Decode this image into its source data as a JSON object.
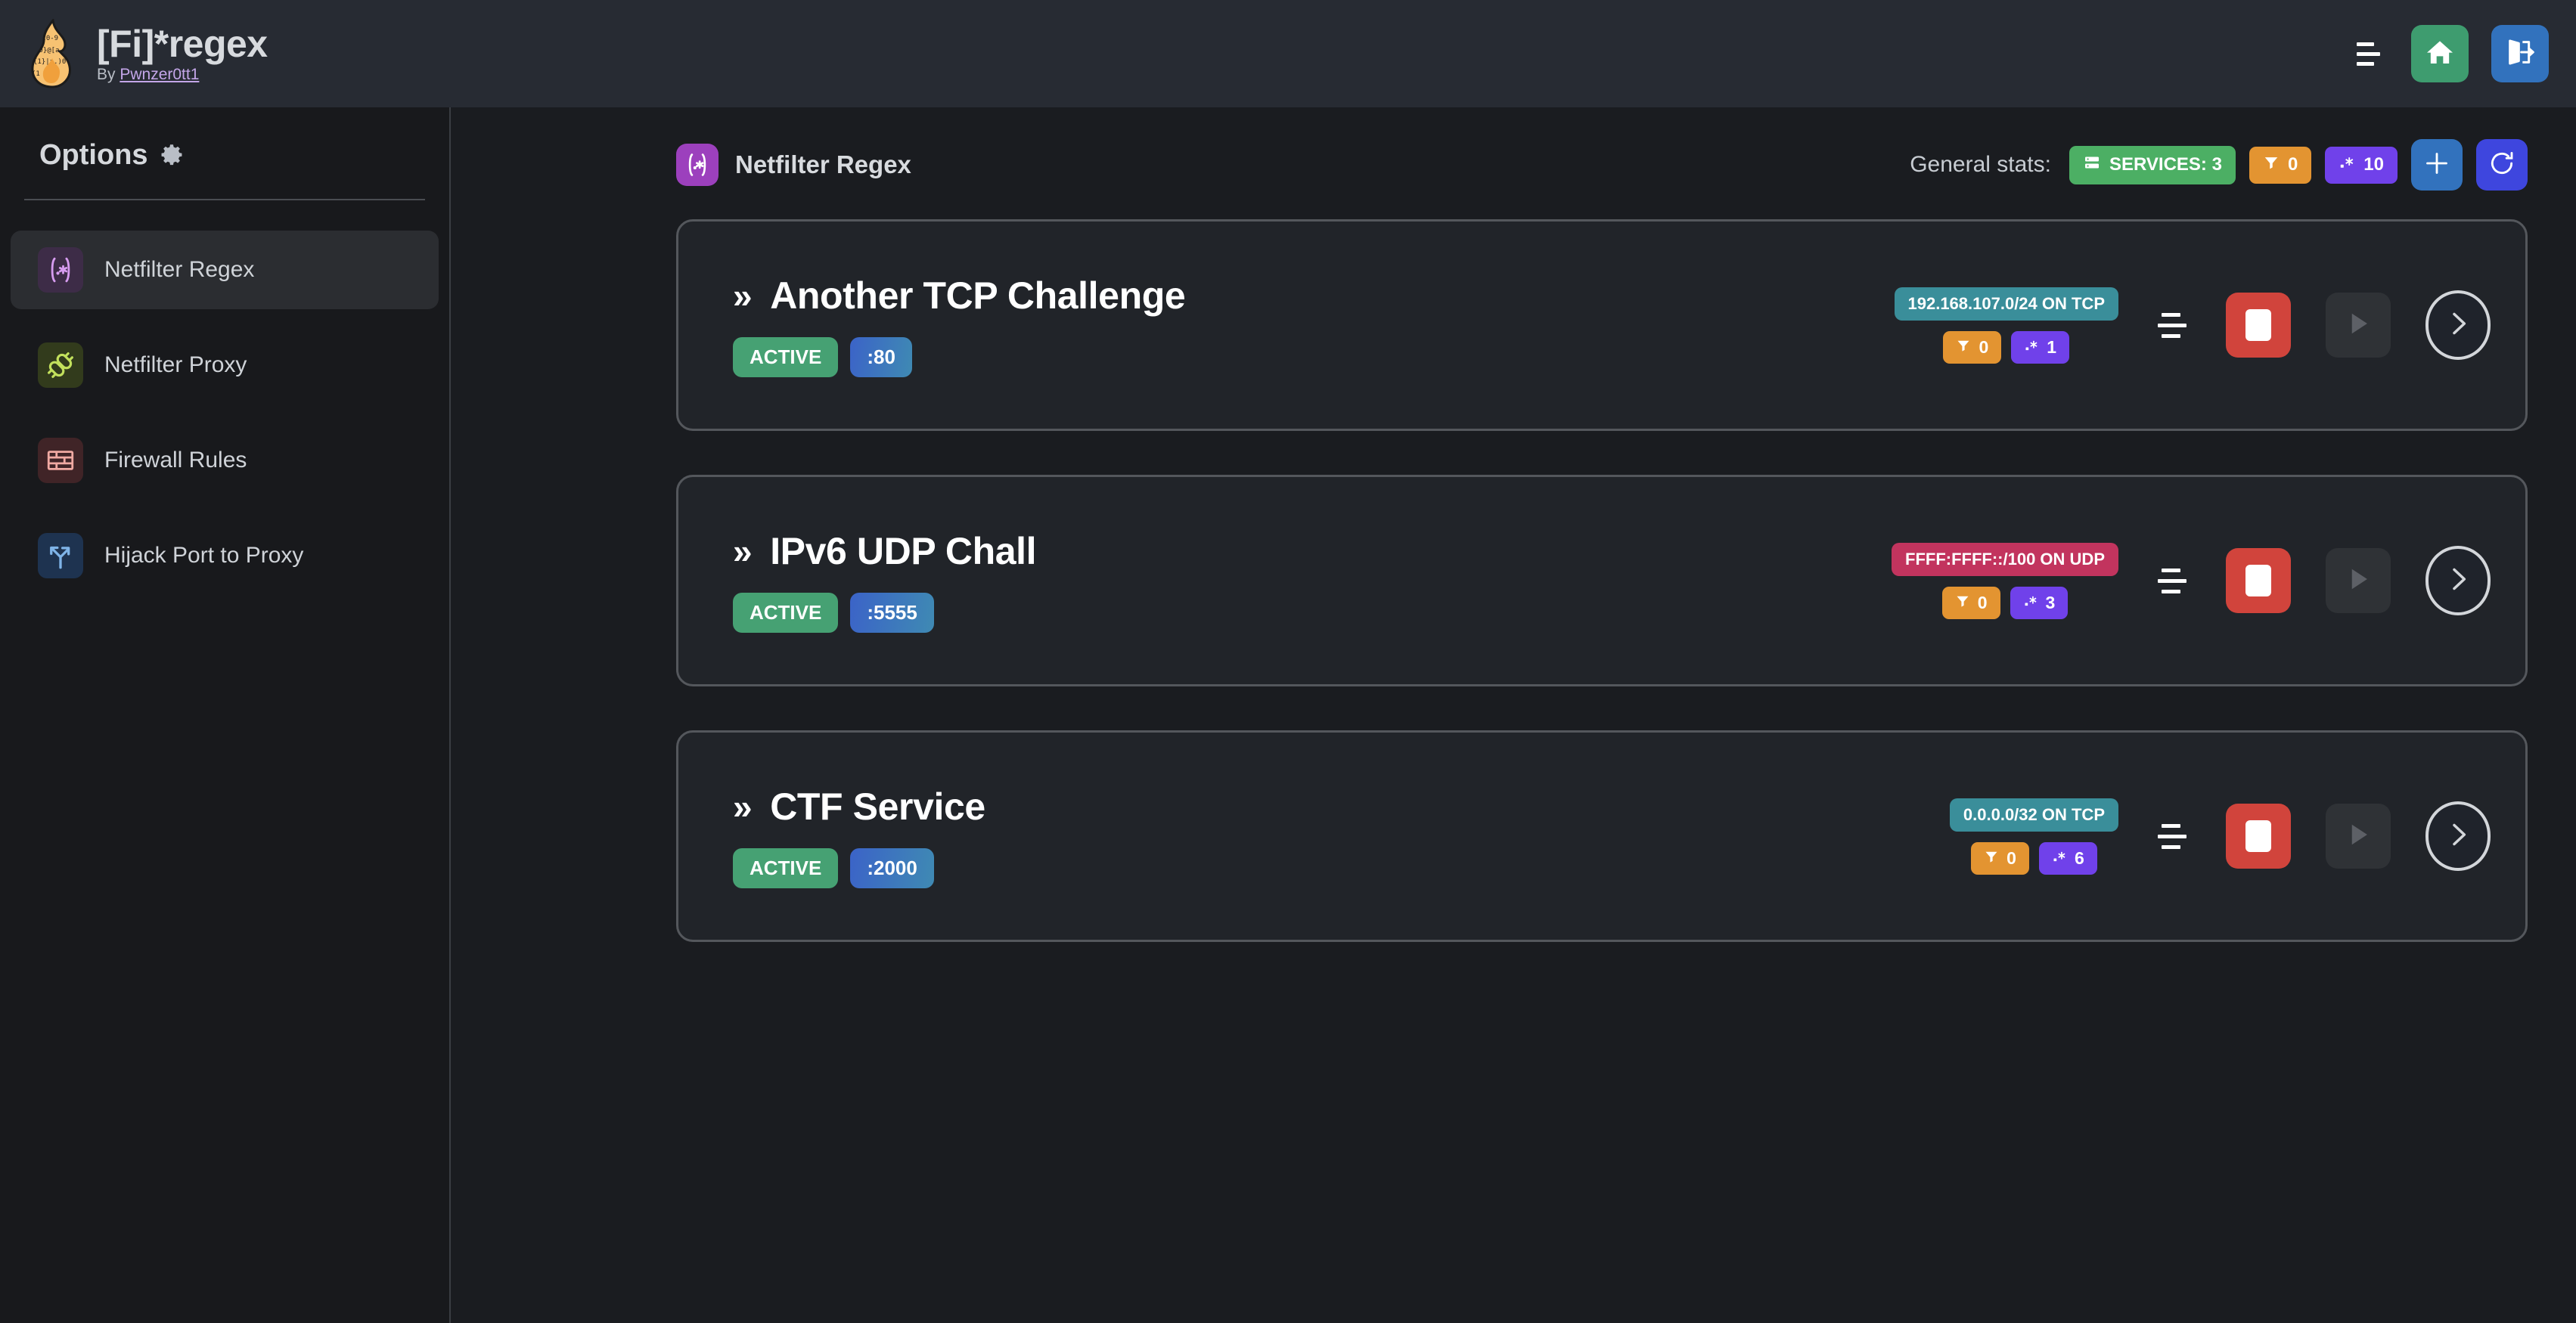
{
  "header": {
    "logo_icon": "flame-regex-logo",
    "title": "[Fi]*regex",
    "byline_prefix": "By ",
    "author": "Pwnzer0tt1",
    "menu_icon": "hamburger-icon",
    "home_icon": "home-icon",
    "logout_icon": "logout-icon"
  },
  "sidebar": {
    "title": "Options",
    "gear_icon": "gear-icon",
    "items": [
      {
        "label": "Netfilter Regex",
        "icon": "regex-icon",
        "active": true
      },
      {
        "label": "Netfilter Proxy",
        "icon": "plug-icon",
        "active": false
      },
      {
        "label": "Firewall Rules",
        "icon": "brickwall-icon",
        "active": false
      },
      {
        "label": "Hijack Port to Proxy",
        "icon": "route-icon",
        "active": false
      }
    ]
  },
  "main": {
    "section_icon": "regex-icon",
    "section_title": "Netfilter Regex",
    "stats_label": "General stats:",
    "stats": {
      "services_icon": "server-icon",
      "services_text": "SERVICES: 3",
      "filters_icon": "filter-icon",
      "filters_text": "0",
      "regex_icon": "regex-count-icon",
      "regex_text": "10"
    },
    "add_button_icon": "plus-icon",
    "refresh_button_icon": "refresh-icon"
  },
  "services": [
    {
      "chevron": "»",
      "name": "Another TCP Challenge",
      "status": "ACTIVE",
      "port": ":80",
      "network": "192.168.107.0/24 ON TCP",
      "network_color": "teal",
      "filters_count": "0",
      "regex_count": "1",
      "menu_icon": "hamburger-icon",
      "stop_icon": "stop-icon",
      "play_icon": "play-icon",
      "details_icon": "chevron-right-icon"
    },
    {
      "chevron": "»",
      "name": "IPv6 UDP Chall",
      "status": "ACTIVE",
      "port": ":5555",
      "network": "FFFF:FFFF::/100 ON UDP",
      "network_color": "rose",
      "filters_count": "0",
      "regex_count": "3",
      "menu_icon": "hamburger-icon",
      "stop_icon": "stop-icon",
      "play_icon": "play-icon",
      "details_icon": "chevron-right-icon"
    },
    {
      "chevron": "»",
      "name": "CTF Service",
      "status": "ACTIVE",
      "port": ":2000",
      "network": "0.0.0.0/32 ON TCP",
      "network_color": "teal",
      "filters_count": "0",
      "regex_count": "6",
      "menu_icon": "hamburger-icon",
      "stop_icon": "stop-icon",
      "play_icon": "play-icon",
      "details_icon": "chevron-right-icon"
    }
  ],
  "colors": {
    "accent_purple": "#9c40bd",
    "status_green": "#46a173",
    "filter_orange": "#e39431",
    "regex_violet": "#7041ea",
    "net_teal": "#3a8e9a",
    "net_rose": "#c2345e",
    "stop_red": "#d1443c",
    "home_green": "#3e9c6f",
    "logout_blue": "#3272bd",
    "refresh_blue": "#3e46de",
    "bg": "#1a1c20",
    "topbar_bg": "#272b33",
    "sidebar_bg": "#18191c",
    "card_bg": "#212429"
  }
}
